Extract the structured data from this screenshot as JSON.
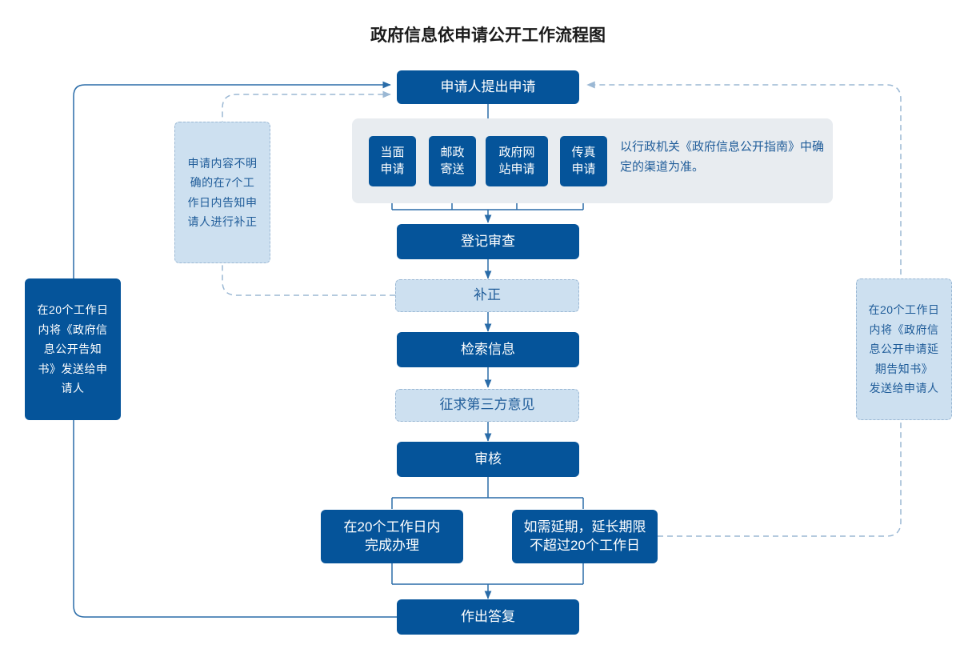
{
  "title": "政府信息依申请公开工作流程图",
  "colors": {
    "dark_blue": "#05549A",
    "light_blue": "#CDE0F0",
    "panel_gray": "#E8ECF0",
    "light_text": "#1F5C99",
    "line": "#2A6CA8",
    "dashed_line": "#9BB8D4"
  },
  "nodes": {
    "apply": "申请人提出申请",
    "channels": [
      "当面\n申请",
      "邮政\n寄送",
      "政府网\n站申请",
      "传真\n申请"
    ],
    "channel_note": "以行政机关《政府信息公开指南》中确定的渠道为准。",
    "register_review": "登记审查",
    "supplement": "补正",
    "search_info": "检索信息",
    "third_party": "征求第三方意见",
    "audit": "审核",
    "complete_20": "在20个工作日内\n完成办理",
    "extension": "如需延期，延长期限\n不超过20个工作日",
    "reply": "作出答复",
    "left_note_tint": "申请内容不明确的在7个工作日内告知申请人进行补正",
    "left_note_dark": "在20个工作日内将《政府信息公开告知书》发送给申请人",
    "right_note_tint": "在20个工作日内将《政府信息公开申请延期告知书》 发送给申请人"
  }
}
